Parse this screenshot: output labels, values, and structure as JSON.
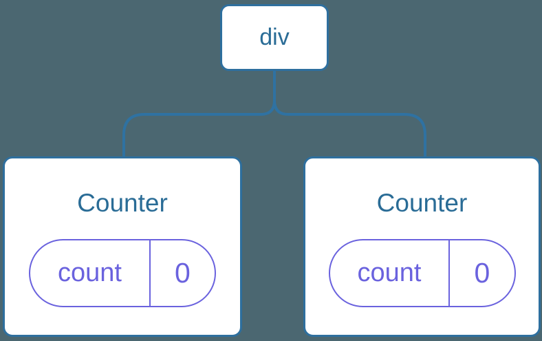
{
  "theme": {
    "bg": "#4B6771",
    "line": "#2F72A2",
    "card-border": "#2E6F9E",
    "card-bg": "#FFFFFF",
    "heading": "#2A6C96",
    "purple": "#6A62DE"
  },
  "tree": {
    "root": {
      "label": "div"
    },
    "children": [
      {
        "title": "Counter",
        "state": {
          "key": "count",
          "value": "0"
        }
      },
      {
        "title": "Counter",
        "state": {
          "key": "count",
          "value": "0"
        }
      }
    ]
  }
}
